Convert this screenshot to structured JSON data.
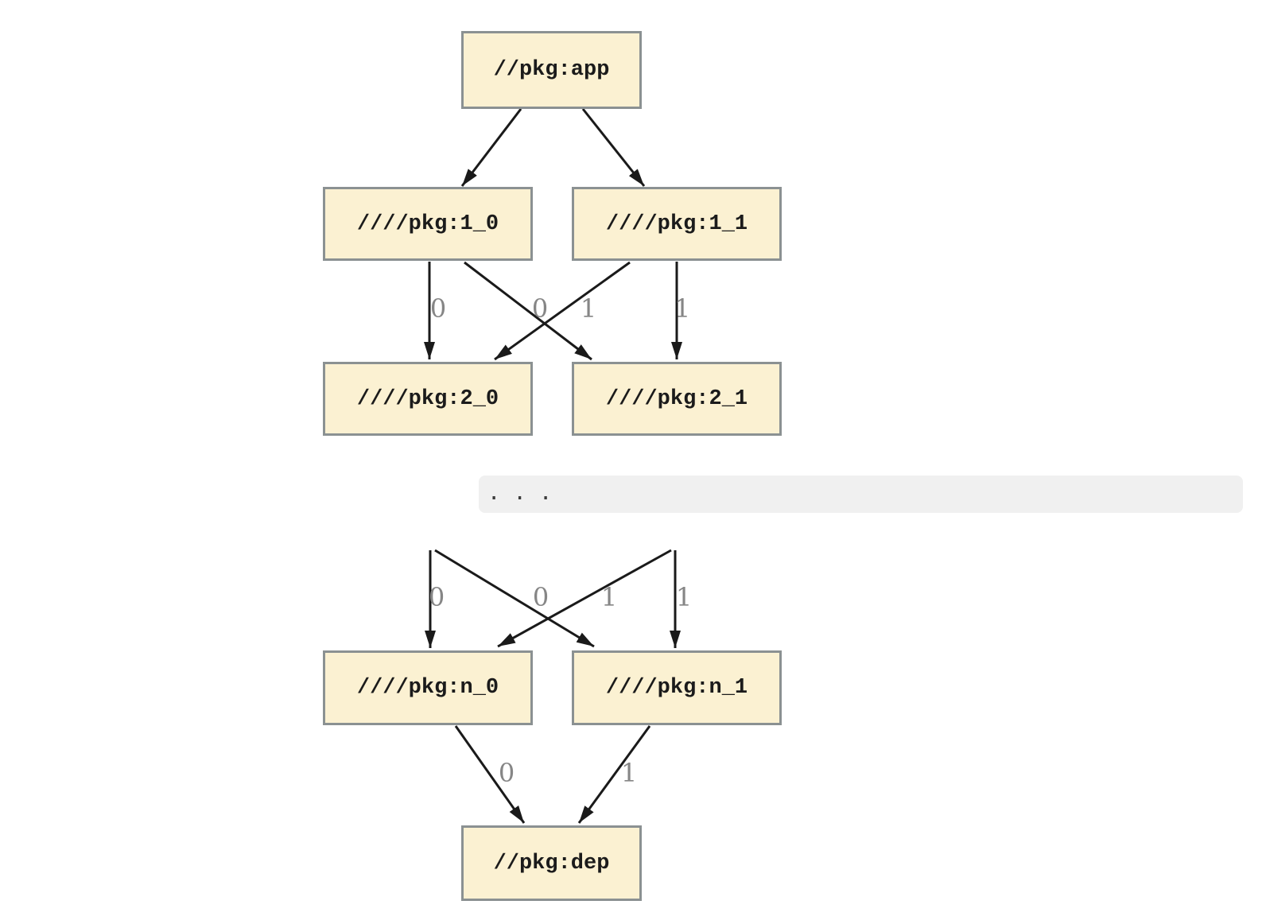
{
  "diagram": {
    "kind": "dependency-graph",
    "nodes": {
      "app": {
        "label": "//pkg:app"
      },
      "l1_0": {
        "label": "////pkg:1_0"
      },
      "l1_1": {
        "label": "////pkg:1_1"
      },
      "l2_0": {
        "label": "////pkg:2_0"
      },
      "l2_1": {
        "label": "////pkg:2_1"
      },
      "ln_0": {
        "label": "////pkg:n_0"
      },
      "ln_1": {
        "label": "////pkg:n_1"
      },
      "dep": {
        "label": "//pkg:dep"
      }
    },
    "edges": [
      {
        "from": "//pkg:app",
        "to": "////pkg:1_0",
        "label": ""
      },
      {
        "from": "//pkg:app",
        "to": "////pkg:1_1",
        "label": ""
      },
      {
        "from": "////pkg:1_0",
        "to": "////pkg:2_0",
        "label": "0"
      },
      {
        "from": "////pkg:1_0",
        "to": "////pkg:2_1",
        "label": "1"
      },
      {
        "from": "////pkg:1_1",
        "to": "////pkg:2_0",
        "label": "0"
      },
      {
        "from": "////pkg:1_1",
        "to": "////pkg:2_1",
        "label": "1"
      },
      {
        "from": "…",
        "to": "////pkg:n_0",
        "label": "0"
      },
      {
        "from": "…",
        "to": "////pkg:n_1",
        "label": "1"
      },
      {
        "from": "…",
        "to": "////pkg:n_0",
        "label": "0"
      },
      {
        "from": "…",
        "to": "////pkg:n_1",
        "label": "1"
      },
      {
        "from": "////pkg:n_0",
        "to": "//pkg:dep",
        "label": "0"
      },
      {
        "from": "////pkg:n_1",
        "to": "//pkg:dep",
        "label": "1"
      }
    ],
    "ellipsis_text": ". . .",
    "colors": {
      "node_fill": "#fbf1d2",
      "node_border": "#8b9192",
      "node_text": "#1b1b1b",
      "edge": "#1a1a1a",
      "edge_label": "#868686",
      "ellipsis_bg": "#f0f0f0",
      "ellipsis_dots": "#3a3a3a",
      "background": "#ffffff"
    }
  }
}
